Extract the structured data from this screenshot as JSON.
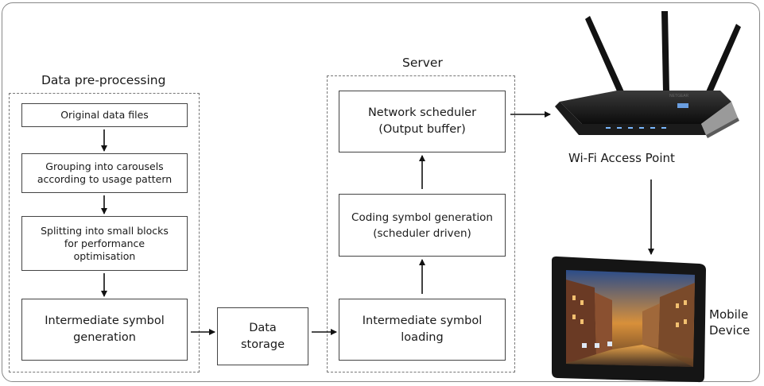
{
  "preprocessing": {
    "title": "Data pre-processing",
    "steps": [
      "Original data files",
      "Grouping into carousels\naccording to usage pattern",
      "Splitting into small blocks\nfor performance\noptimisation",
      "Intermediate symbol\ngeneration"
    ]
  },
  "storage": {
    "label": "Data\nstorage"
  },
  "server": {
    "title": "Server",
    "steps": [
      "Network scheduler\n(Output buffer)",
      "Coding symbol generation\n(scheduler driven)",
      "Intermediate symbol\nloading"
    ]
  },
  "devices": {
    "wifi_label": "Wi-Fi Access Point",
    "mobile_label": "Mobile\nDevice",
    "router_icon": "wifi-router-icon",
    "tablet_icon": "tablet-icon"
  }
}
